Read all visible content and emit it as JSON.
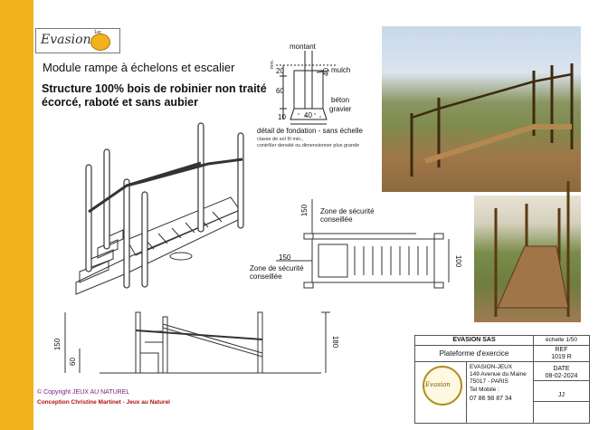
{
  "brand": {
    "logo_text": "Evasion",
    "logo_superscript": "1er"
  },
  "header": {
    "title": "Module rampe à échelons et escalier",
    "desc_line1": "Structure 100% bois de robinier non traité",
    "desc_line2": "écorcé, raboté et sans aubier"
  },
  "foundation": {
    "montant": "montant",
    "mulch": "mulch",
    "beton": "béton",
    "gravier": "gravier",
    "min": "min.",
    "dim_20": "20",
    "dim_40_top": "40",
    "dim_60": "60",
    "dim_10": "10",
    "dim_40_bottom": "40",
    "caption": "détail de fondation - sans échelle",
    "note1": "classe de sol III min.,",
    "note2": "contrôler densité ou dimensionner plus grande"
  },
  "plan": {
    "zone_label_top": "Zone de sécurité conseillée",
    "dim_150_vertical": "150",
    "dim_150_horizontal": "150",
    "zone_label_left": "Zone de sécurité conseillée",
    "dim_100": "100"
  },
  "elevation": {
    "dim_150": "150",
    "dim_60": "60",
    "dim_180": "180"
  },
  "title_block": {
    "company": "EVASION SAS",
    "scale": "échelle 1/50",
    "product": "Plateforme d'exercice",
    "ref_label": "REF",
    "ref_value": "1019 R",
    "address_name": "EVASION-JEUX",
    "address_line1": "149 Avenue du Maine",
    "address_line2": "75017 - PARIS",
    "tel_label": "Tel Mobile :",
    "tel": "07 86 98 87 34",
    "date_label": "DATE",
    "date_value": "08-02-2024",
    "initials": "JJ",
    "seal_text": "Evasion"
  },
  "footer": {
    "copyright": "© Copyright  JEUX AU NATUREL",
    "conception": "Conception Christine Martinet - Jeux au Naturel"
  },
  "colors": {
    "accent": "#f2b21b",
    "copyright": "#7a1a7a",
    "conception": "#b01010"
  }
}
